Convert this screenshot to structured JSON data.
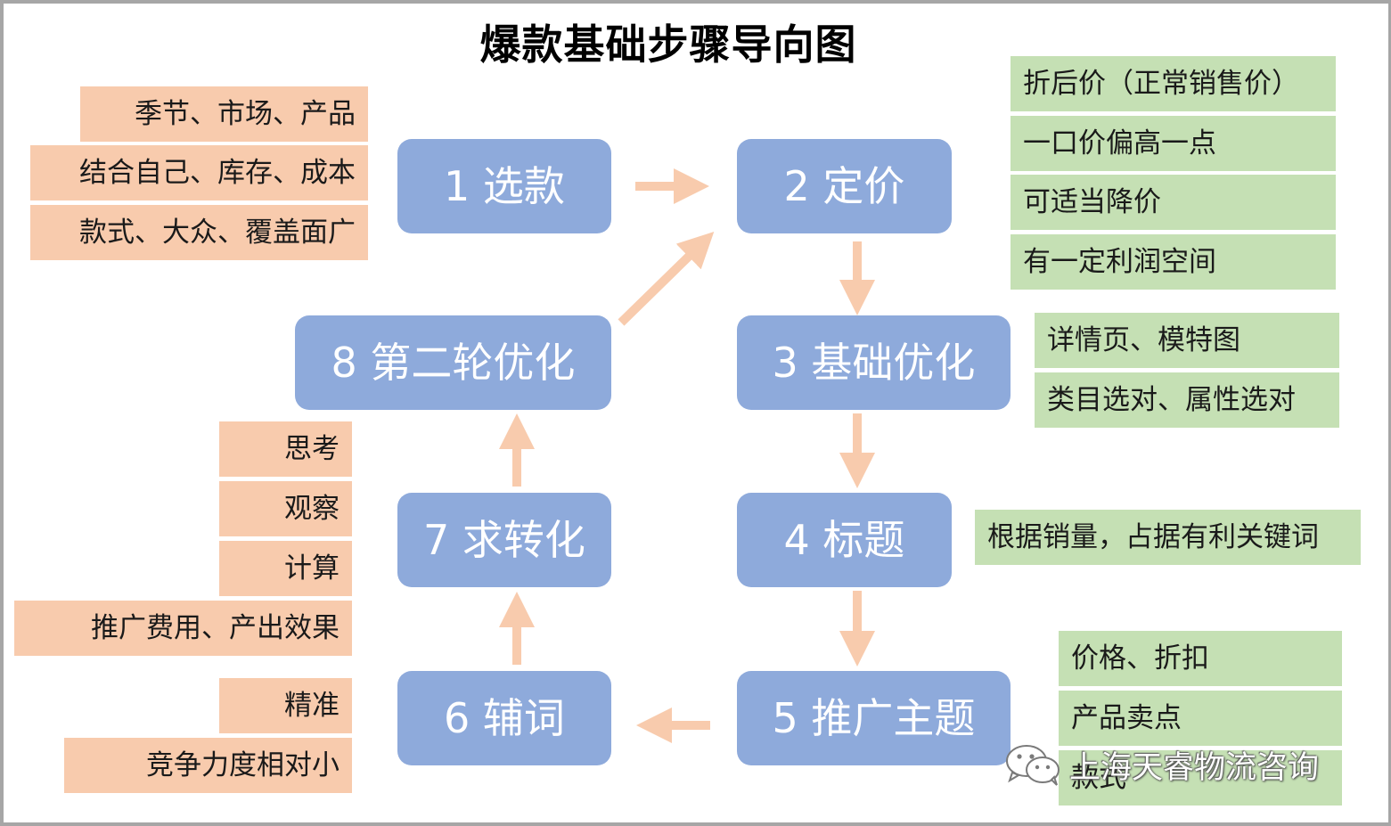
{
  "title": "爆款基础步骤导向图",
  "colors": {
    "step_fill": "#8eaadb",
    "step_text": "#ffffff",
    "arrow": "#f8cbad",
    "left_note_fill": "#f8cbad",
    "right_note_fill": "#c5e0b4"
  },
  "steps": [
    {
      "label": "1 选款"
    },
    {
      "label": "2 定价"
    },
    {
      "label": "3 基础优化"
    },
    {
      "label": "4 标题"
    },
    {
      "label": "5 推广主题"
    },
    {
      "label": "6 辅词"
    },
    {
      "label": "7 求转化"
    },
    {
      "label": "8 第二轮优化"
    }
  ],
  "notes": {
    "step1": [
      "季节、市场、产品",
      "结合自己、库存、成本",
      "款式、大众、覆盖面广"
    ],
    "step2": [
      "折后价（正常销售价）",
      "一口价偏高一点",
      "可适当降价",
      "有一定利润空间"
    ],
    "step3": [
      "详情页、模特图",
      "类目选对、属性选对"
    ],
    "step4": [
      "根据销量，占据有利关键词"
    ],
    "step5": [
      "价格、折扣",
      "产品卖点",
      "款式"
    ],
    "step6": [
      "精准",
      "竞争力度相对小"
    ],
    "step7": [
      "思考",
      "观察",
      "计算",
      "推广费用、产出效果"
    ]
  },
  "watermark": {
    "text": "上海天睿物流咨询",
    "icon": "wechat-icon"
  }
}
